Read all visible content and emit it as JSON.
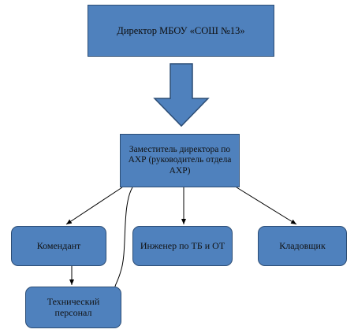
{
  "diagram": {
    "nodes": {
      "director": "Директор МБОУ «СОШ №13»",
      "deputy": "Заместитель директора  по АХР (руководитель отдела АХР)",
      "commandant": "Комендант",
      "engineer": "Инженер по ТБ и ОТ",
      "storekeeper": "Кладовщик",
      "technical_staff": "Технический персонал"
    },
    "edges": [
      {
        "from": "director",
        "to": "deputy",
        "style": "block-arrow"
      },
      {
        "from": "deputy",
        "to": "commandant",
        "style": "arrow"
      },
      {
        "from": "deputy",
        "to": "engineer",
        "style": "arrow"
      },
      {
        "from": "deputy",
        "to": "storekeeper",
        "style": "arrow"
      },
      {
        "from": "deputy",
        "to": "technical_staff",
        "style": "curved-line"
      },
      {
        "from": "commandant",
        "to": "technical_staff",
        "style": "arrow"
      }
    ],
    "colors": {
      "box_fill": "#4f81bd",
      "box_border": "#2c4d75",
      "block_arrow_fill": "#4f81bd",
      "connector": "#000000"
    }
  }
}
